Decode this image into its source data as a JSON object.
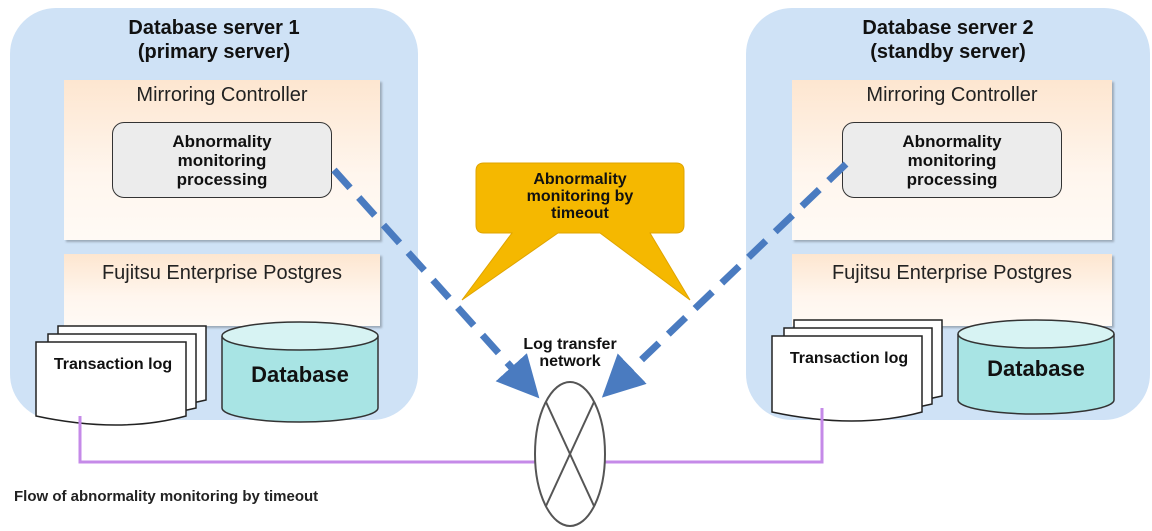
{
  "server1": {
    "title_line1": "Database server 1",
    "title_line2": "(primary server)",
    "mirroring_controller": "Mirroring Controller",
    "process_line1": "Abnormality",
    "process_line2": "monitoring",
    "process_line3": "processing",
    "postgres": "Fujitsu Enterprise Postgres",
    "transaction_log": "Transaction log",
    "database": "Database"
  },
  "server2": {
    "title_line1": "Database server 2",
    "title_line2": "(standby server)",
    "mirroring_controller": "Mirroring Controller",
    "process_line1": "Abnormality",
    "process_line2": "monitoring",
    "process_line3": "processing",
    "postgres": "Fujitsu Enterprise Postgres",
    "transaction_log": "Transaction log",
    "database": "Database"
  },
  "callout": {
    "line1": "Abnormality",
    "line2": "monitoring by",
    "line3": "timeout"
  },
  "network": {
    "line1": "Log transfer",
    "line2": "network"
  },
  "caption": "Flow of abnormality monitoring by timeout",
  "colors": {
    "server_bg": "#cfe2f6",
    "band_bg": "#fde6d0",
    "callout": "#f5b800",
    "dash_arrow": "#4a7bc0",
    "network_line": "#c58ae8",
    "database_fill": "#a8e4e4"
  }
}
